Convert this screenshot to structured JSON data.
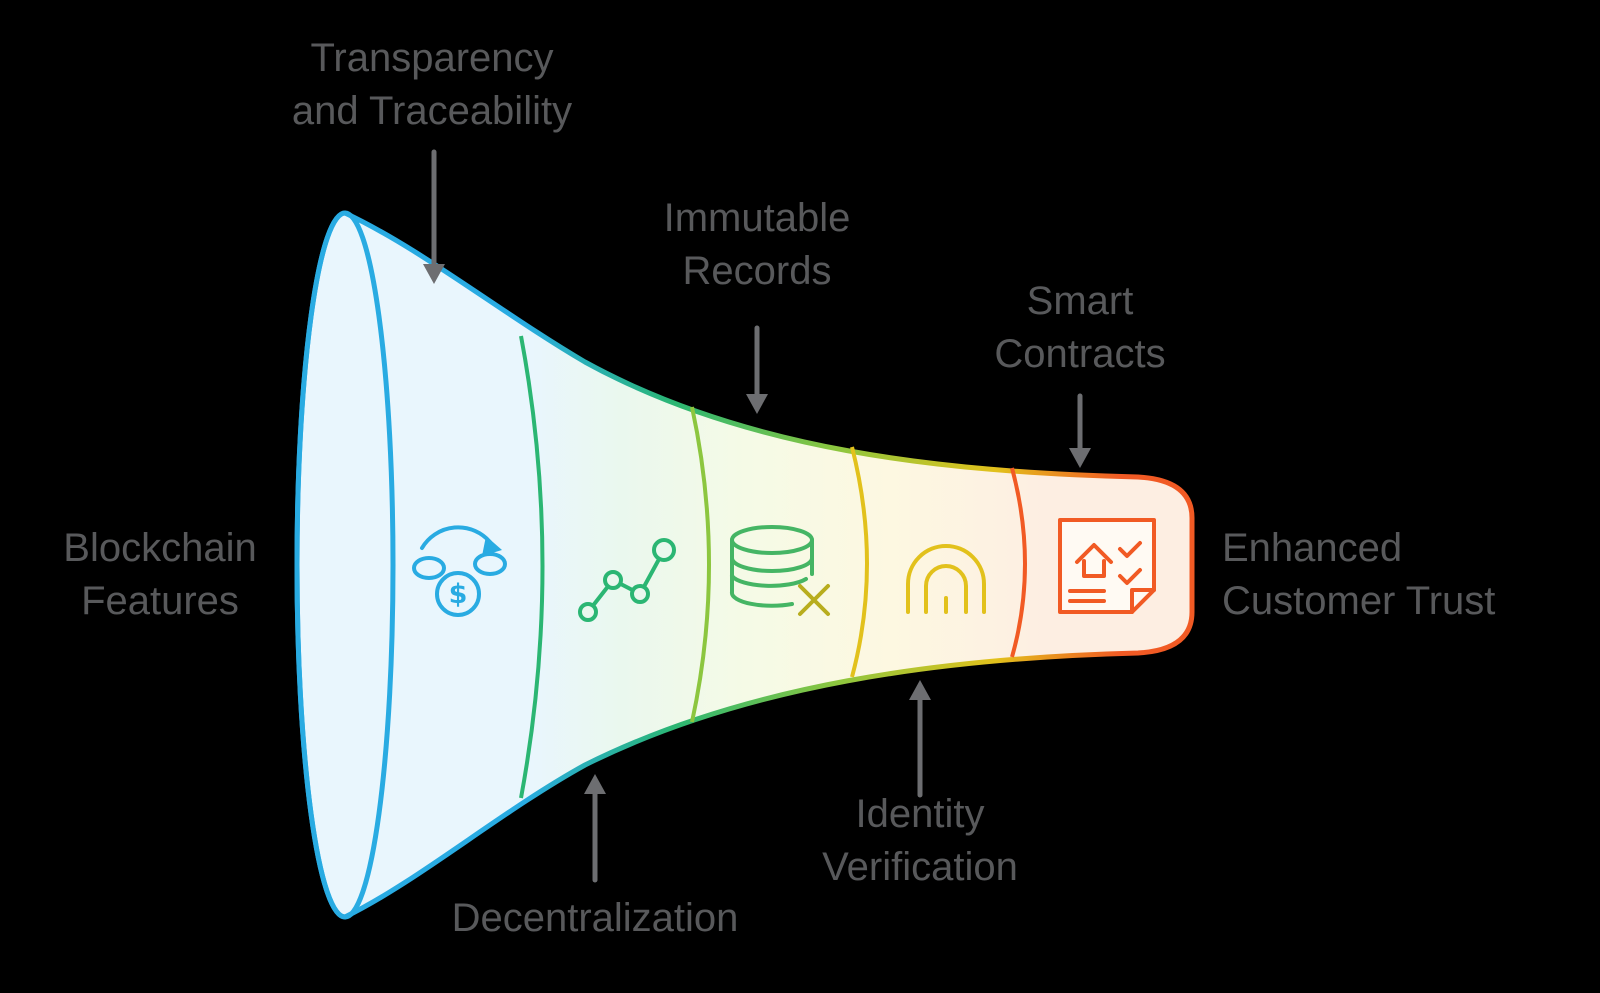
{
  "diagram": {
    "type": "funnel",
    "orientation": "horizontal",
    "source_label": "Blockchain\nFeatures",
    "result_label": "Enhanced\nCustomer Trust",
    "stages": [
      {
        "name": "transparency-and-traceability",
        "label": "Transparency\nand Traceability",
        "icon": "currency-exchange-icon",
        "stroke": "#29abe2",
        "fill": "#e9f6fd",
        "label_position": "top"
      },
      {
        "name": "decentralization",
        "label": "Decentralization",
        "icon": "network-nodes-icon",
        "stroke": "#2bb673",
        "fill": "#eaf8ee",
        "label_position": "bottom"
      },
      {
        "name": "immutable-records",
        "label": "Immutable\nRecords",
        "icon": "database-remove-icon",
        "stroke": "#8cc63f",
        "icon_stroke": "#45b564",
        "icon_accent": "#b8ad1e",
        "fill": "#f5fae6",
        "label_position": "top"
      },
      {
        "name": "identity-verification",
        "label": "Identity\nVerification",
        "icon": "fingerprint-icon",
        "stroke": "#e2c11c",
        "fill": "#fdf8e1",
        "label_position": "bottom"
      },
      {
        "name": "smart-contracts",
        "label": "Smart\nContracts",
        "icon": "contract-document-icon",
        "stroke": "#f15a24",
        "fill": "#fdeee2",
        "label_position": "top"
      }
    ],
    "palette": {
      "blue": "#29abe2",
      "green": "#2bb673",
      "yellow_green": "#8cc63f",
      "yellow": "#e2c11c",
      "orange": "#f15a24",
      "text": "#58595b",
      "arrow": "#6d6e71",
      "background": "#000000"
    }
  }
}
